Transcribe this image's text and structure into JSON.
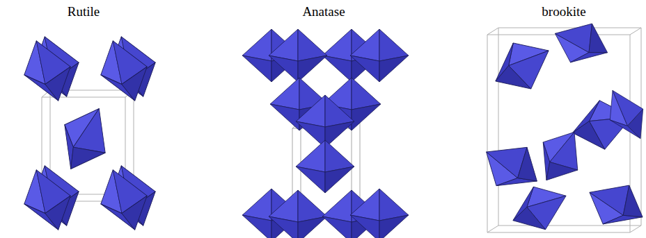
{
  "diagram": {
    "labels": [
      "Rutile",
      "Anatase",
      "brookite"
    ]
  }
}
